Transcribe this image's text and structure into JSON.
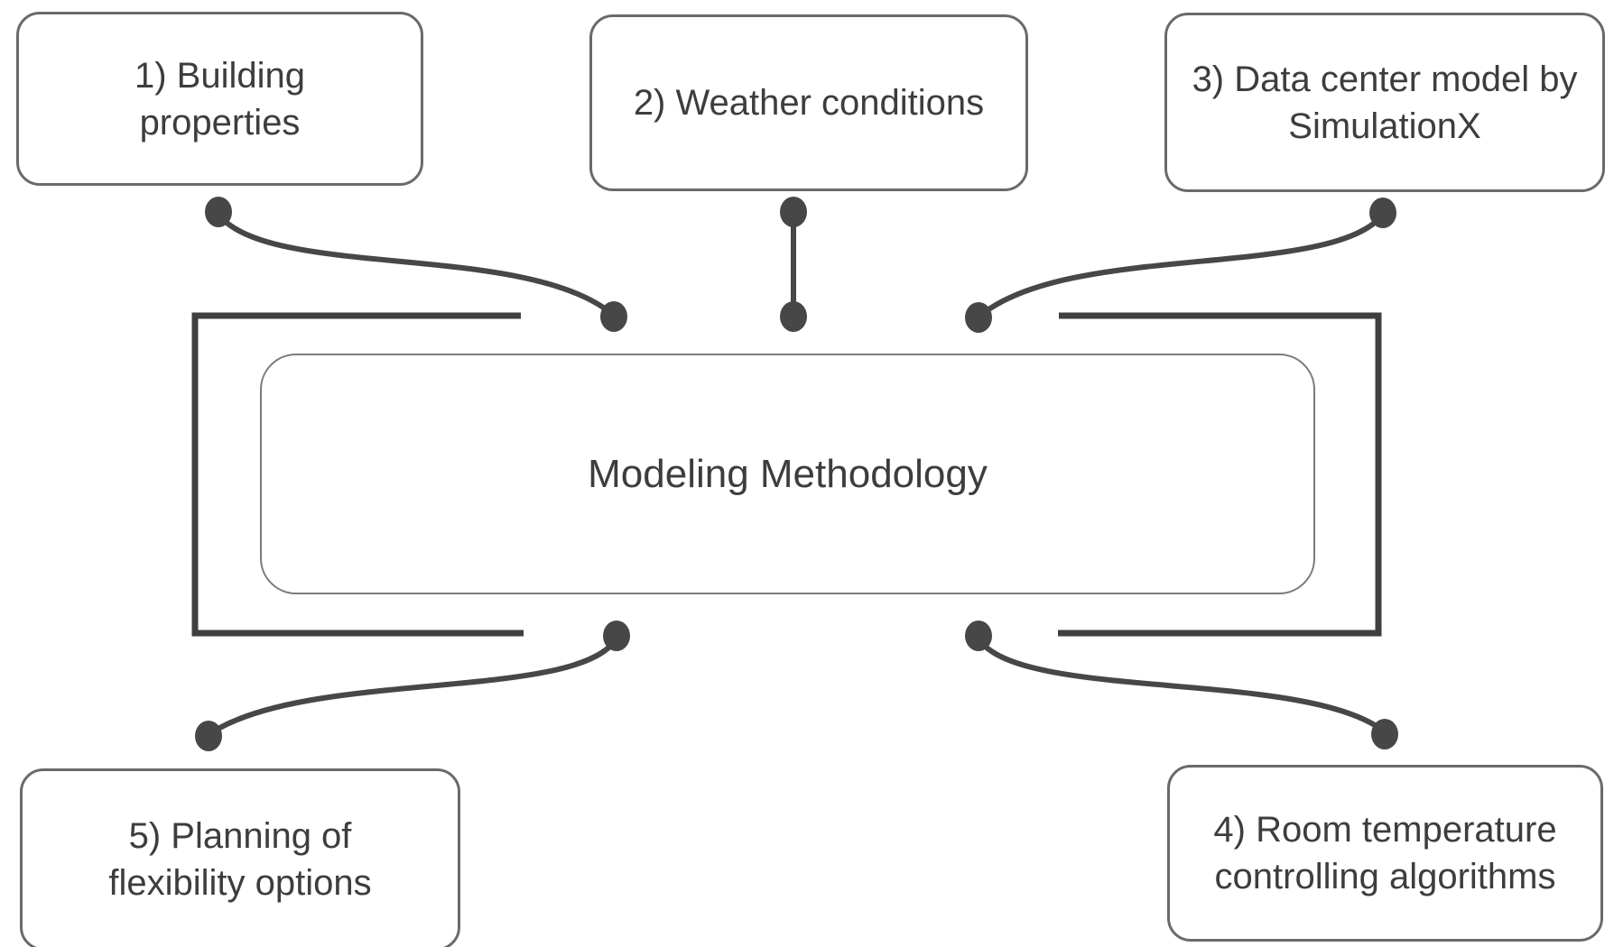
{
  "colors": {
    "line": "#474747",
    "frame": "#3f3f3f",
    "dot": "#474747",
    "box_border": "#6a6a6a",
    "center_border": "#7a7a7a",
    "text": "#3d3d3d",
    "background": "#ffffff"
  },
  "diagram": {
    "center_label": "Modeling Methodology",
    "nodes": [
      {
        "label": "1) Building properties"
      },
      {
        "label": "2) Weather conditions"
      },
      {
        "label": "3) Data center model by SimulationX"
      },
      {
        "label": "4) Room temperature controlling algorithms"
      },
      {
        "label": "5) Planning of flexibility options"
      }
    ]
  }
}
